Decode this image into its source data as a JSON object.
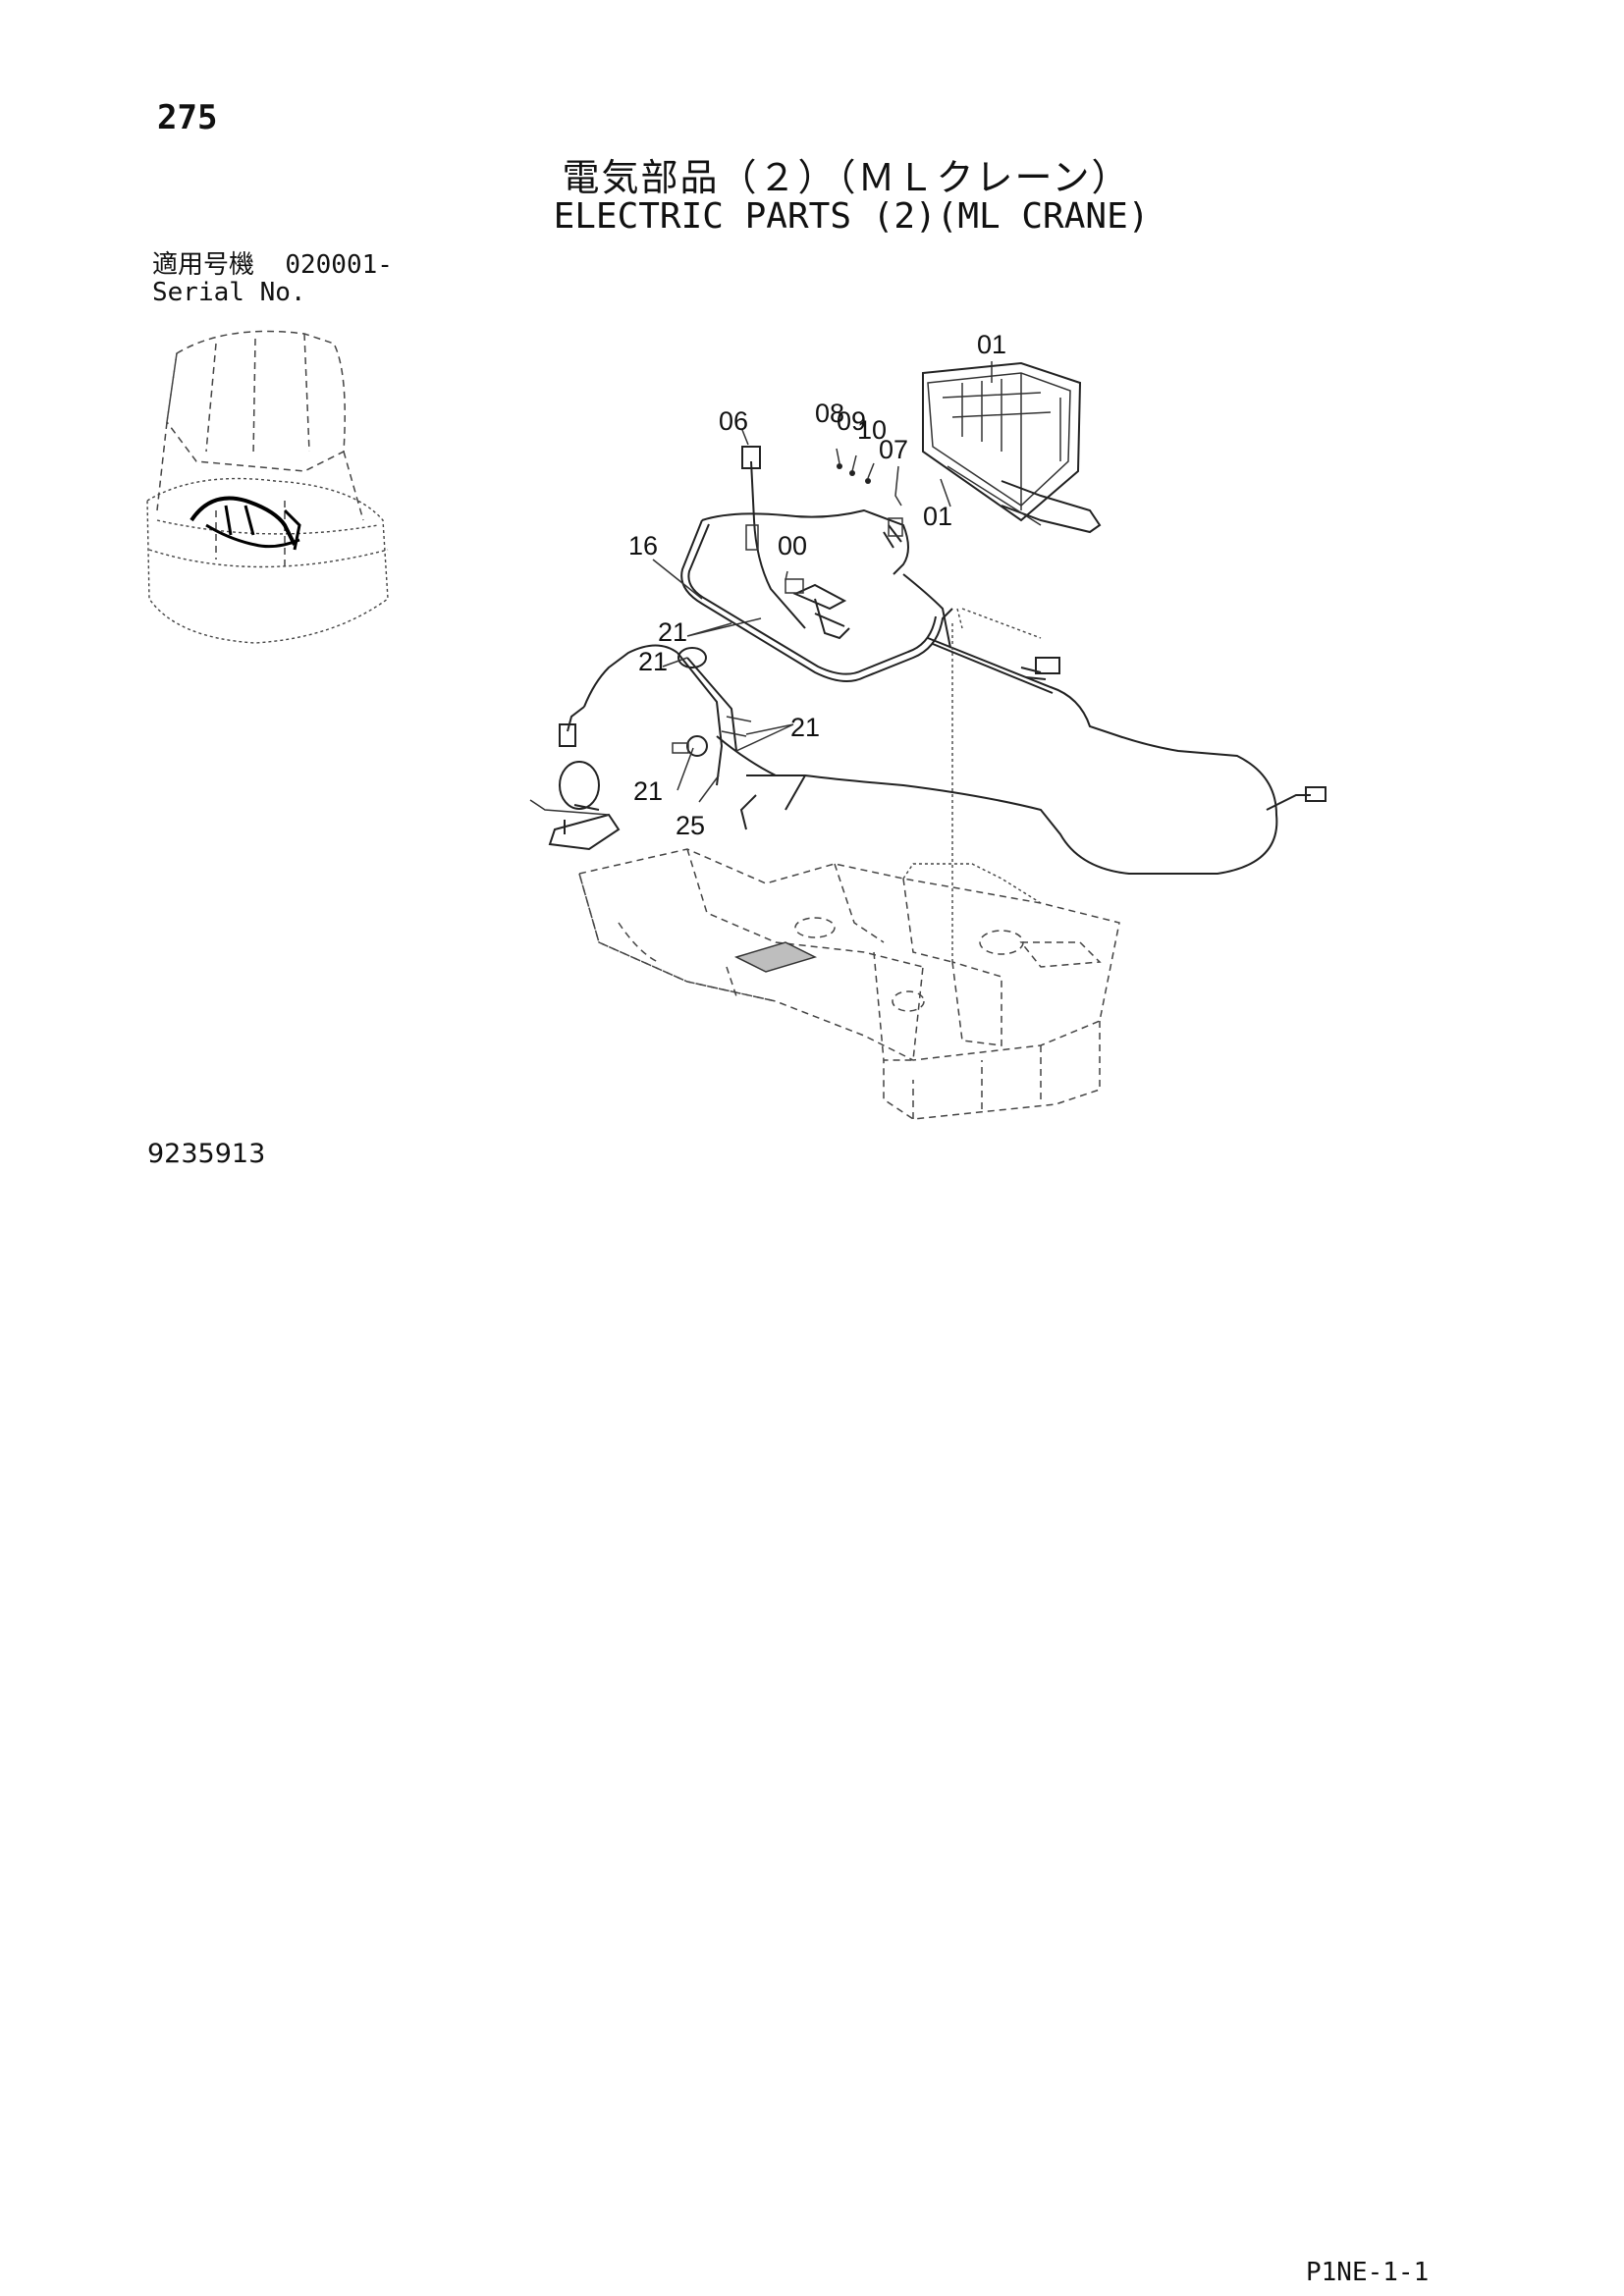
{
  "page_number": "275",
  "title_jp": "電気部品（２）（ＭＬクレーン）",
  "title_en": "ELECTRIC PARTS (2)(ML CRANE)",
  "serial": {
    "label_jp": "適用号機",
    "value": "020001-",
    "label_en": "Serial No."
  },
  "callouts": [
    "01",
    "08",
    "09",
    "10",
    "07",
    "06",
    "01",
    "16",
    "00",
    "21",
    "21",
    "21",
    "21",
    "25"
  ],
  "drawing_number": "9235913",
  "footer_code": "P1NE-1-1"
}
